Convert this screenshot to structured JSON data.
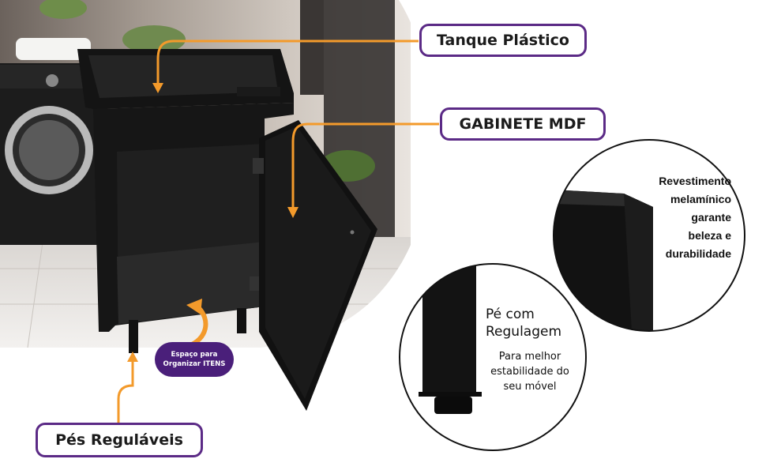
{
  "labels": {
    "tank": "Tanque Plástico",
    "cabinet": "GABINETE MDF",
    "feet": "Pés Reguláveis"
  },
  "badge": {
    "line1": "Espaço para",
    "line2": "Organizar ITENS"
  },
  "detail_finish": {
    "lines": [
      "Revestimento",
      "melamínico",
      "garante",
      "beleza e",
      "durabilidade"
    ]
  },
  "detail_foot": {
    "title_lines": [
      "Pé com",
      "Regulagem"
    ],
    "sub_lines": [
      "Para melhor",
      "estabilidade do",
      "seu móvel"
    ]
  },
  "colors": {
    "accent_orange": "#f39a2b",
    "label_border": "#5b2a86",
    "badge_bg": "#4a1f7a",
    "product_black": "#151515"
  }
}
